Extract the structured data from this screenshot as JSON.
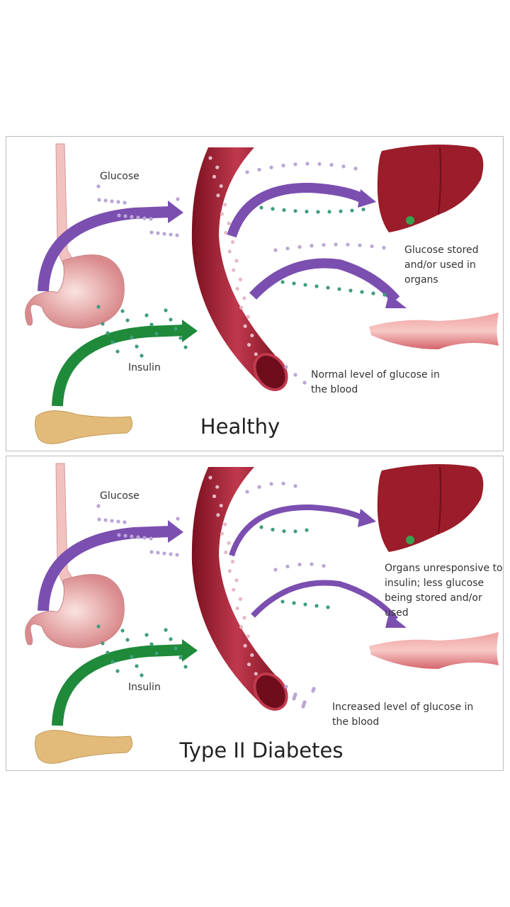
{
  "panels": [
    {
      "title": "Healthy",
      "glucose_label": "Glucose",
      "insulin_label": "Insulin",
      "organs_text": "Glucose stored and/or used in organs",
      "blood_text": "Normal level of glucose in the blood"
    },
    {
      "title": "Type II Diabetes",
      "glucose_label": "Glucose",
      "insulin_label": "Insulin",
      "organs_text": "Organs unresponsive to insulin; less glucose being stored and/or used",
      "blood_text": "Increased level of glucose in the blood"
    }
  ],
  "colors": {
    "glucose_arrow": "#7b4fb0",
    "insulin_arrow": "#1e8a3a",
    "vessel": "#a8243a",
    "liver": "#9b1c2a",
    "glucose_dot": "#b9a6d6",
    "insulin_dot": "#3f9e7a"
  }
}
